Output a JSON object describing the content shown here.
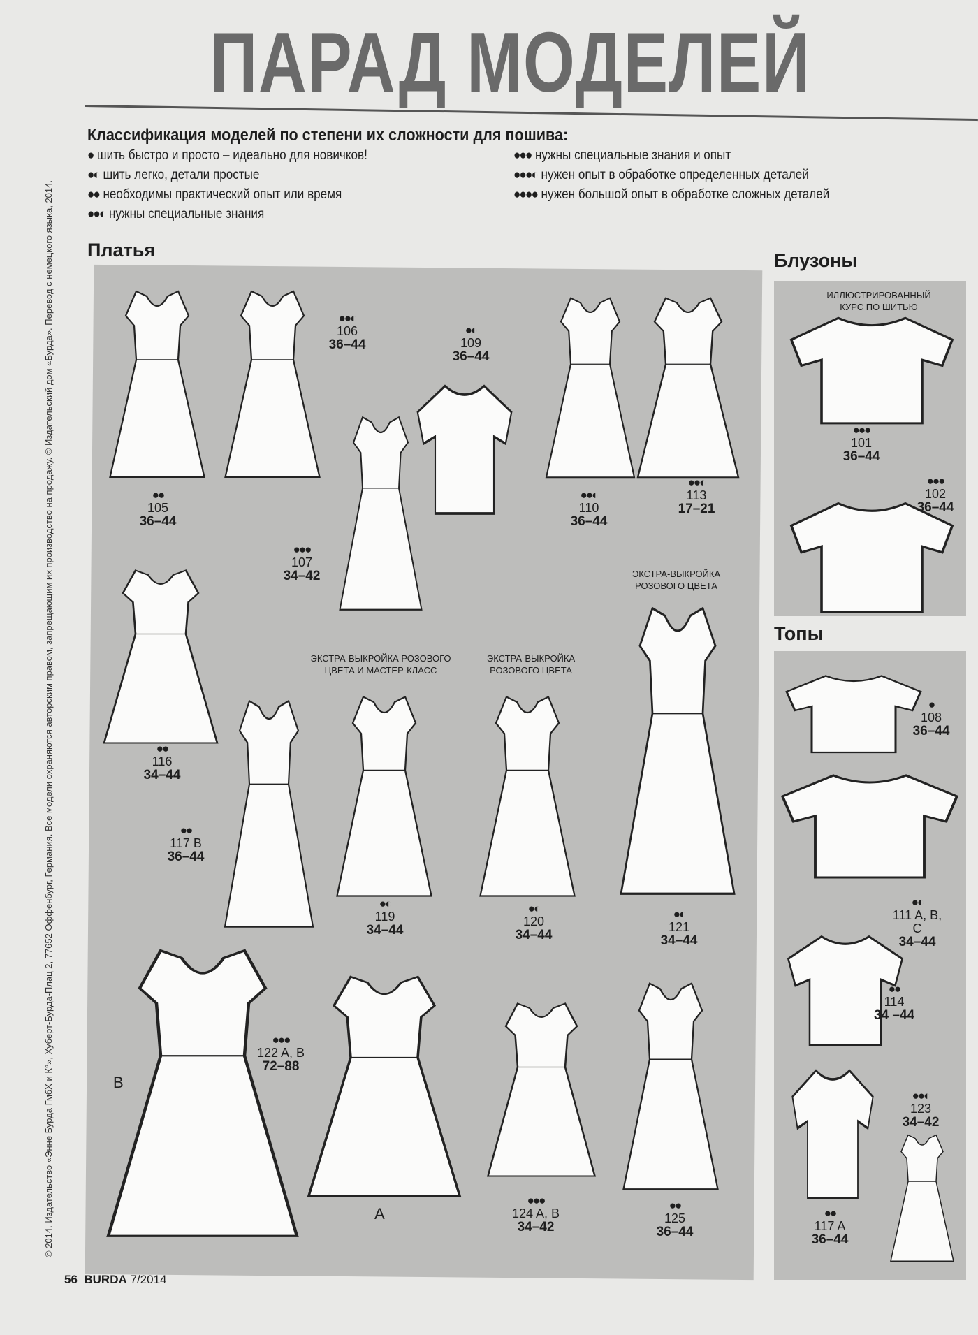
{
  "title": "ПАРАД МОДЕЛЕЙ",
  "legend": {
    "title": "Классификация моделей по степени их сложности для пошива:",
    "items": [
      {
        "dots": "●",
        "text": "шить быстро и просто – идеально для новичков!"
      },
      {
        "dots": "●◐",
        "text": "шить легко, детали простые"
      },
      {
        "dots": "●●",
        "text": "необходимы практический опыт или время"
      },
      {
        "dots": "●●◐",
        "text": "нужны специальные знания"
      },
      {
        "dots": "●●●",
        "text": "нужны специальные знания и опыт"
      },
      {
        "dots": "●●●◐",
        "text": "нужен опыт в обработке определенных деталей"
      },
      {
        "dots": "●●●●",
        "text": "нужен большой опыт в обработке сложных деталей"
      }
    ]
  },
  "sections": {
    "dresses": "Платья",
    "blousons": "Блузоны",
    "tops": "Топы"
  },
  "models": [
    {
      "dots": "●●",
      "num": "105",
      "size": "36–44"
    },
    {
      "dots": "●●◐",
      "num": "106",
      "size": "36–44"
    },
    {
      "dots": "●◐",
      "num": "109",
      "size": "36–44"
    },
    {
      "dots": "●●●",
      "num": "107",
      "size": "34–42"
    },
    {
      "dots": "●●◐",
      "num": "110",
      "size": "36–44"
    },
    {
      "dots": "●●◐",
      "num": "113",
      "size": "17–21"
    },
    {
      "dots": "●●",
      "num": "116",
      "size": "34–44"
    },
    {
      "dots": "●●",
      "num": "117 B",
      "size": "36–44"
    },
    {
      "dots": "●◐",
      "num": "119",
      "size": "34–44"
    },
    {
      "dots": "●◐",
      "num": "120",
      "size": "34–44"
    },
    {
      "dots": "●◐",
      "num": "121",
      "size": "34–44"
    },
    {
      "dots": "●●●",
      "num": "122 A, B",
      "size": "72–88"
    },
    {
      "dots": "●●●",
      "num": "124 A, B",
      "size": "34–42"
    },
    {
      "dots": "●●",
      "num": "125",
      "size": "36–44"
    },
    {
      "dots": "●●●",
      "num": "101",
      "size": "36–44"
    },
    {
      "dots": "●●●",
      "num": "102",
      "size": "36–44"
    },
    {
      "dots": "●",
      "num": "108",
      "size": "36–44"
    },
    {
      "dots": "●◐",
      "num": "111 A, B, C",
      "size": "34–44"
    },
    {
      "dots": "●●",
      "num": "114",
      "size": "34 –44"
    },
    {
      "dots": "●●◐",
      "num": "123",
      "size": "34–42"
    },
    {
      "dots": "●●",
      "num": "117 A",
      "size": "36–44"
    }
  ],
  "notes": [
    "ЭКСТРА-ВЫКРОЙКА РОЗОВОГО\nЦВЕТА И МАСТЕР-КЛАСС",
    "ЭКСТРА-ВЫКРОЙКА\nРОЗОВОГО ЦВЕТА",
    "ЭКСТРА-ВЫКРОЙКА\nРОЗОВОГО ЦВЕТА",
    "ИЛЛЮСТРИРОВАННЫЙ\nКУРС ПО ШИТЬЮ"
  ],
  "view_letters": [
    "B",
    "A"
  ],
  "copyright": "© 2014. Издательство «Энне Бурда ГмбХ и К°», Хуберт-Бурда-Плац 2, 77652 Оффенбург, Германия. Все модели охраняются авторским правом, запрещающим их производство на продажу. © Издательский дом «Бурда». Перевод с немецкого языка, 2014.",
  "footer": {
    "page": "56",
    "brand": "BURDA",
    "issue": "7/2014"
  }
}
